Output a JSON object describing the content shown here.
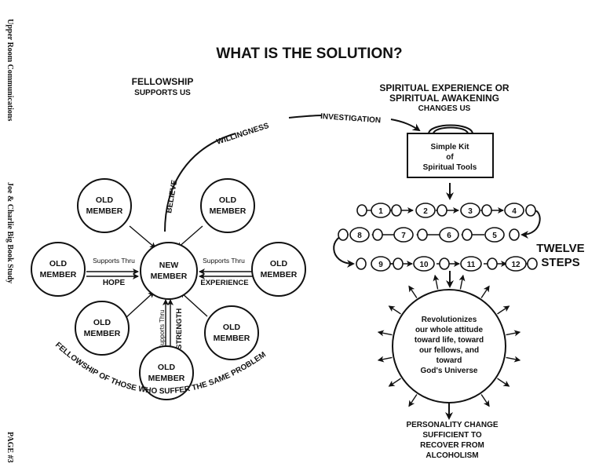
{
  "margin": {
    "source": "Upper Room Communications",
    "series": "Joe & Charlie Big Book Study",
    "page": "PAGE #3"
  },
  "title": "WHAT IS THE SOLUTION?",
  "fellowship": {
    "heading": "FELLOWSHIP",
    "subheading": "SUPPORTS US",
    "center": [
      "NEW",
      "MEMBER"
    ],
    "old_member": [
      "OLD",
      "MEMBER"
    ],
    "left_link": {
      "top": "Supports Thru",
      "bottom": "HOPE"
    },
    "right_link": {
      "top": "Supports Thru",
      "bottom": "EXPERIENCE"
    },
    "bottom_link": {
      "top": "Supports Thru",
      "bottom": "STRENGTH"
    },
    "arc_caption": "FELLOWSHIP OF THOSE WHO SUFFER THE SAME PROBLEM"
  },
  "path": {
    "believe": "BELIEVE",
    "willingness": "WILLINGNESS",
    "investigation": "INVESTIGATION"
  },
  "spiritual": {
    "heading_1": "SPIRITUAL EXPERIENCE OR",
    "heading_2": "SPIRITUAL AWAKENING",
    "subheading": "CHANGES US",
    "kit": [
      "Simple Kit",
      "of",
      "Spiritual Tools"
    ]
  },
  "steps": {
    "row1": [
      "1",
      "2",
      "3",
      "4"
    ],
    "row2": [
      "8",
      "7",
      "6",
      "5"
    ],
    "row3": [
      "9",
      "10",
      "11",
      "12"
    ],
    "label_1": "TWELVE",
    "label_2": "STEPS"
  },
  "result": {
    "lines": [
      "Revolutionizes",
      "our whole attitude",
      "toward life, toward",
      "our fellows, and",
      "toward",
      "God's Universe"
    ],
    "outcome": [
      "PERSONALITY CHANGE",
      "SUFFICIENT TO",
      "RECOVER FROM",
      "ALCOHOLISM"
    ]
  }
}
